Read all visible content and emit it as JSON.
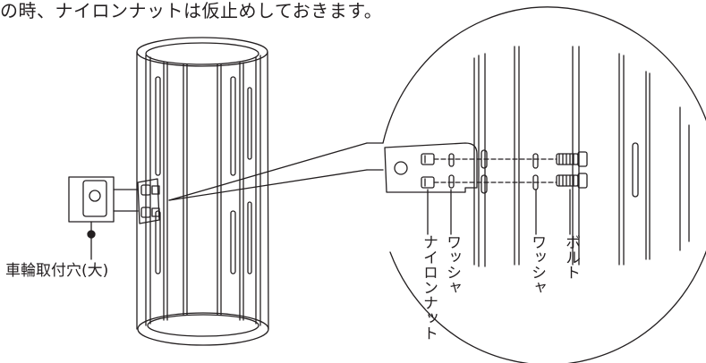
{
  "caption": "の時、ナイロンナットは仮止めしておきます。",
  "labels": {
    "wheel_hole": "車輪取付穴(大)",
    "nylon_nut": "ナイロンナット",
    "washer_inner": "ワッシャ",
    "washer_outer": "ワッシャ",
    "bolt": "ボルト"
  }
}
